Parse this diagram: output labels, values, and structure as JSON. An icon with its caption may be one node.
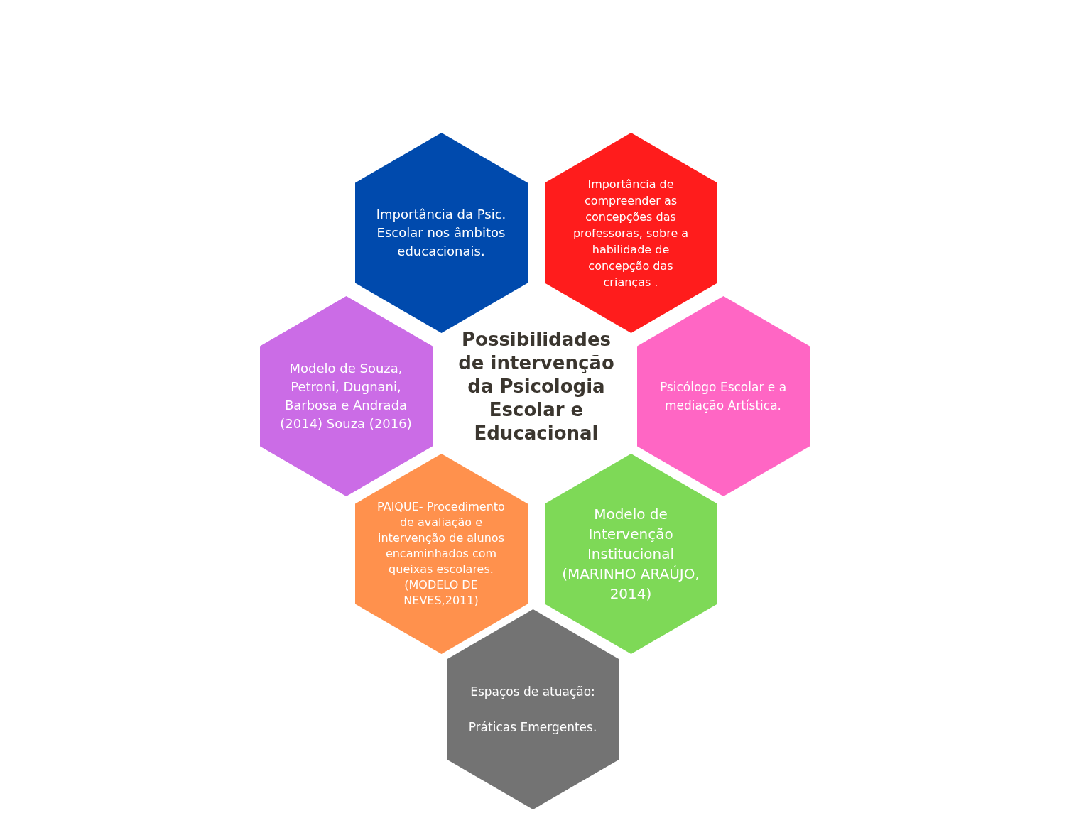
{
  "diagram": {
    "title": "Possibilidades de intervenção da Psicologia Escolar e Educacional",
    "nodes": [
      {
        "text": [
          "Importância da Psic. Escolar nos âmbitos educacionais."
        ]
      },
      {
        "text": [
          "Importância de compreender as concepções das professoras, sobre a habilidade de concepção das crianças ."
        ]
      },
      {
        "text": [
          "Modelo de Souza, Petroni, Dugnani, Barbosa e Andrada (2014) Souza (2016)"
        ]
      },
      {
        "text": [
          "Psicólogo Escolar e a mediação Artística."
        ]
      },
      {
        "text": [
          "PAIQUE- Procedimento de avaliação e intervenção de alunos encaminhados com queixas escolares. (MODELO DE NEVES,2011)"
        ]
      },
      {
        "text": [
          "Modelo de Intervenção Institucional (MARINHO ARAÚJO, 2014)"
        ]
      },
      {
        "text": [
          "Espaços de atuação:",
          "Práticas Emergentes."
        ]
      }
    ]
  }
}
